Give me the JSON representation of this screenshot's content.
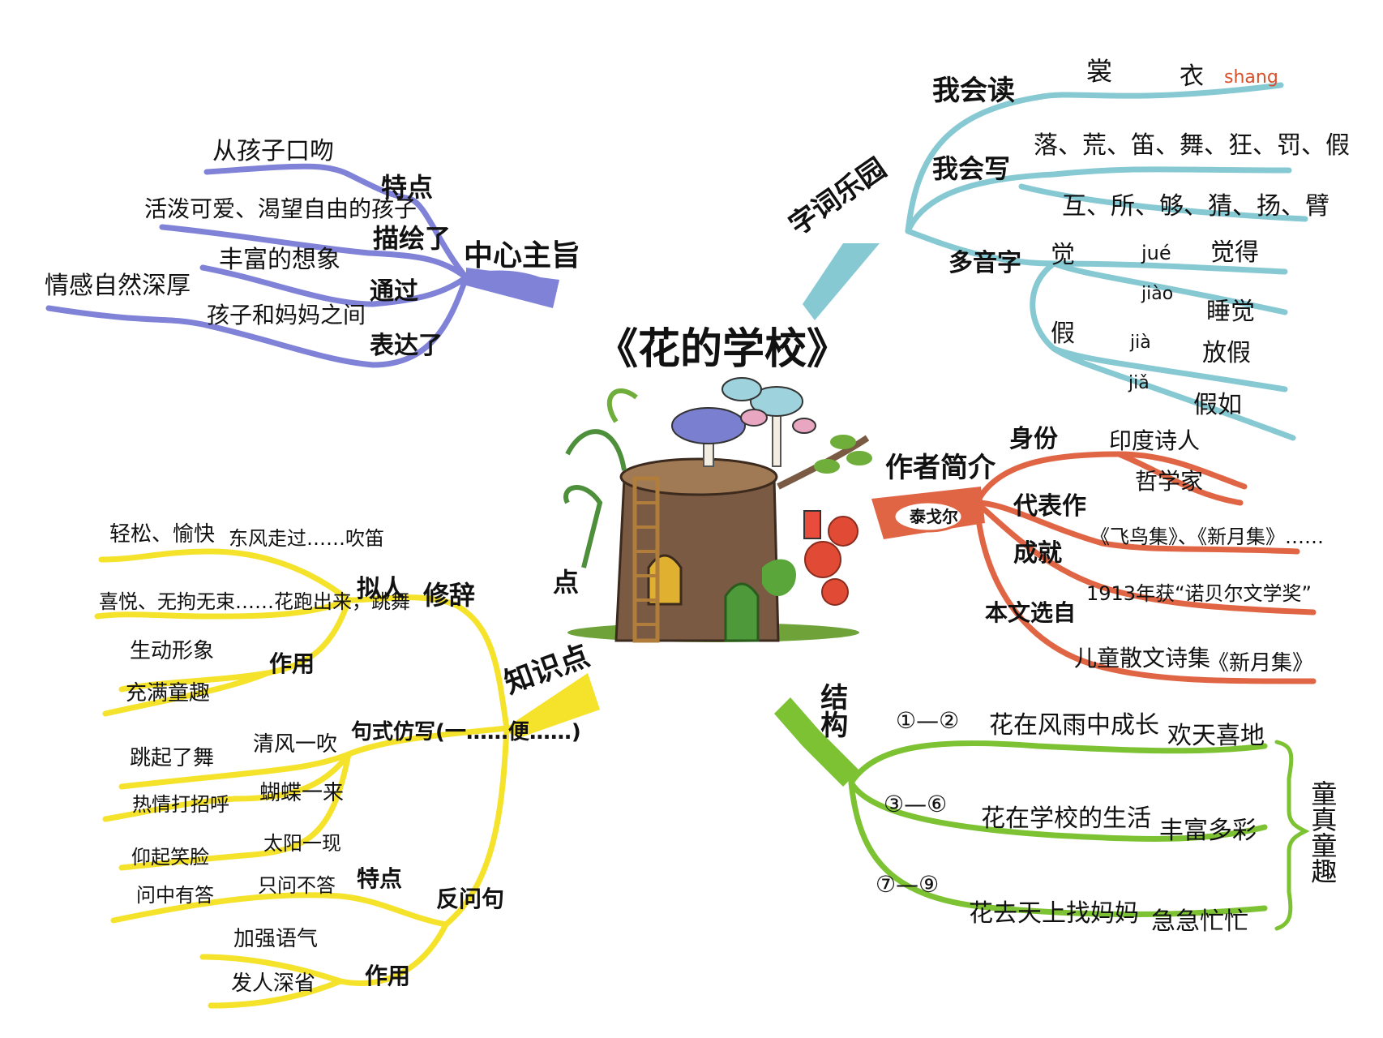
{
  "title": "《花的学校》",
  "colors": {
    "theme": "#7f82d6",
    "vocab": "#86c9d2",
    "author": "#e06545",
    "structure": "#7cc232",
    "knowledge": "#f5e22a"
  },
  "illustration": "tree-stump-house-with-mushrooms",
  "theme": {
    "root": "中心主旨",
    "b1": {
      "label": "特点",
      "leaf": "从孩子口吻"
    },
    "b2": {
      "label": "描绘了",
      "leaf": "活泼可爱、渴望自由的孩子"
    },
    "b3": {
      "label": "通过",
      "leaf": "丰富的想象"
    },
    "b4": {
      "label": "表达了",
      "mid": "孩子和妈妈之间",
      "leaf": "情感自然深厚"
    }
  },
  "vocab": {
    "root": "字词乐园",
    "read": {
      "label": "我会读",
      "c1": "裳",
      "c2": "衣",
      "pinyin": "shang"
    },
    "write": {
      "label": "我会写",
      "row1": "落、荒、笛、舞、狂、罚、假",
      "row2": "互、所、够、猜、扬、臂"
    },
    "poly": {
      "label": "多音字",
      "jue": {
        "char": "觉",
        "p1": "jué",
        "w1": "觉得",
        "p2": "jiào",
        "w2": "睡觉"
      },
      "jia": {
        "char": "假",
        "p1": "jià",
        "w1": "放假",
        "p2": "jiǎ",
        "w2": "假如"
      }
    }
  },
  "author": {
    "root": "作者简介",
    "name": "泰戈尔",
    "identity": {
      "label": "身份",
      "v1": "印度诗人",
      "v2": "哲学家"
    },
    "works": {
      "label": "代表作",
      "v": "《飞鸟集》、《新月集》……"
    },
    "achieve": {
      "label": "成就",
      "v": "1913年获“诺贝尔文学奖”"
    },
    "source": {
      "label": "本文选自",
      "v1": "儿童散文诗集",
      "v2": "《新月集》"
    }
  },
  "structure": {
    "root": "结构",
    "rows": [
      {
        "para": "①—②",
        "content": "花在风雨中成长",
        "mood": "欢天喜地"
      },
      {
        "para": "③—⑥",
        "content": "花在学校的生活",
        "mood": "丰富多彩"
      },
      {
        "para": "⑦—⑨",
        "content": "花去天上找妈妈",
        "mood": "急急忙忙"
      }
    ],
    "summary": "童真童趣"
  },
  "knowledge": {
    "root": "知识点",
    "stray": "点",
    "rhetoric": {
      "label": "修辞",
      "person": {
        "label": "拟人",
        "s1": {
          "text": "东风走过……吹笛",
          "feel": "轻松、愉快"
        },
        "s2": {
          "text": "喜悦、无拘无束……花跑出来，跳舞"
        },
        "effect": {
          "label": "作用",
          "v1": "生动形象",
          "v2": "充满童趣"
        }
      }
    },
    "pattern": {
      "label": "句式仿写(一……便……)",
      "r1": {
        "a": "清风一吹",
        "b": "跳起了舞"
      },
      "r2": {
        "a": "蝴蝶一来",
        "b": "热情打招呼"
      },
      "r3": {
        "a": "太阳一现",
        "b": "仰起笑脸"
      }
    },
    "rhetq": {
      "label": "反问句",
      "feature": {
        "label": "特点",
        "a": "只问不答",
        "b": "问中有答"
      },
      "effect": {
        "label": "作用",
        "a": "加强语气",
        "b": "发人深省"
      }
    }
  }
}
